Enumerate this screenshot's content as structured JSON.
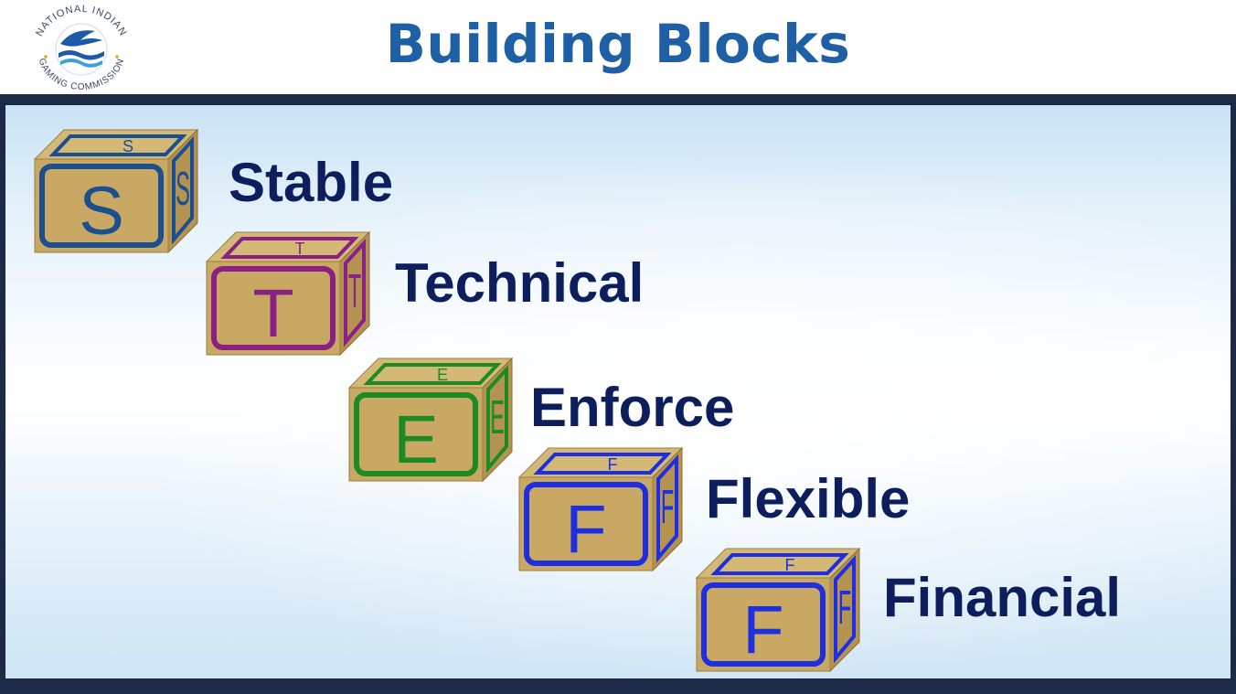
{
  "slide": {
    "title": "Building Blocks",
    "logo": {
      "arc_text_top": "NATIONAL INDIAN",
      "arc_text_bottom": "GAMING COMMISSION",
      "icon": "nigc-eagle-wave-seal"
    }
  },
  "blocks": [
    {
      "letter": "S",
      "word": "Stable",
      "color": "#1c4f8f"
    },
    {
      "letter": "T",
      "word": "Technical",
      "color": "#8a1f86"
    },
    {
      "letter": "E",
      "word": "Enforce",
      "color": "#1d8a24"
    },
    {
      "letter": "F",
      "word": "Flexible",
      "color": "#1d2fe0"
    },
    {
      "letter": "F",
      "word": "Financial",
      "color": "#1d2fe0"
    }
  ],
  "colors": {
    "title": "#1f5fa6",
    "word_text": "#0c1f5c",
    "frame": "#1c2a47",
    "block_wood": "#c8a863"
  }
}
